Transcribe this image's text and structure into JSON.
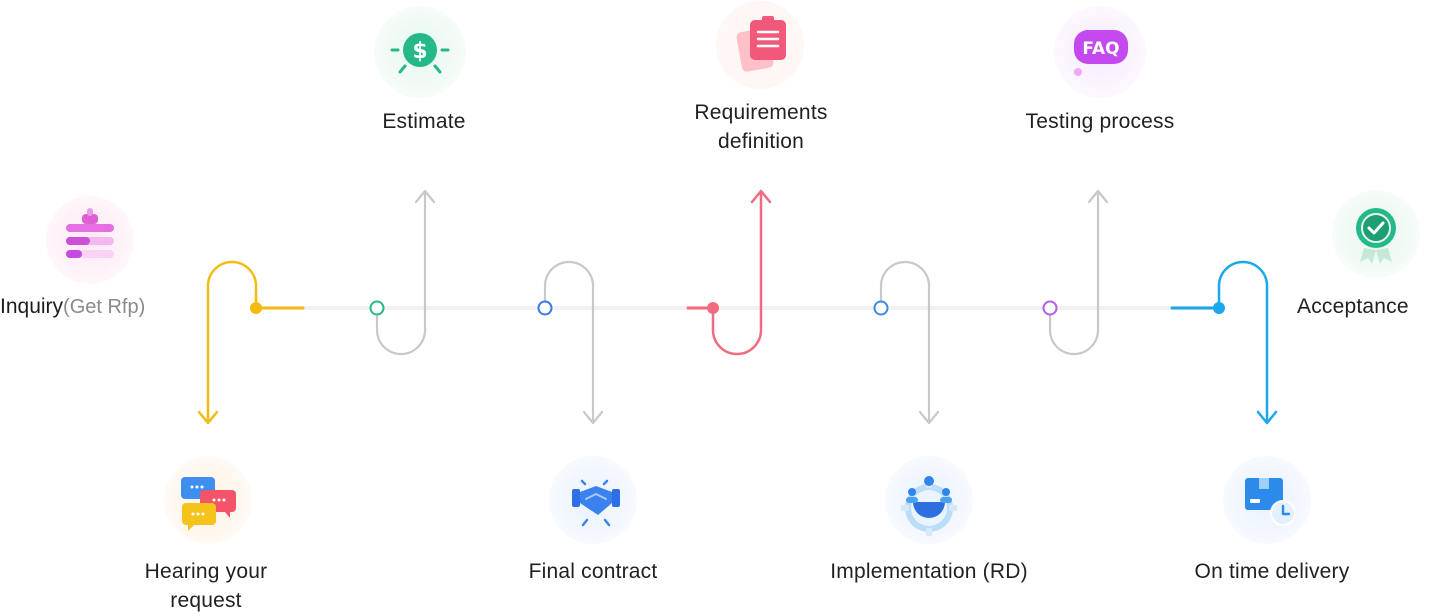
{
  "start": {
    "title": "Inquiry",
    "subtitle": "(Get Rfp)",
    "color": "#f4bb12",
    "icon": "funnel-bars-icon"
  },
  "steps": [
    {
      "label": "Hearing your request",
      "icon": "chat-bubbles-icon",
      "position": "bottom",
      "color": "#bdbdbd"
    },
    {
      "label": "Estimate",
      "icon": "dollar-coin-icon",
      "position": "top",
      "color": "#25b98a"
    },
    {
      "label": "Final contract",
      "icon": "handshake-icon",
      "position": "bottom",
      "color": "#3a78e8"
    },
    {
      "label": "Requirements definition",
      "icon": "clipboard-icon",
      "position": "top",
      "color": "#f06b80"
    },
    {
      "label": "Implementation (RD)",
      "icon": "gear-team-icon",
      "position": "bottom",
      "color": "#3a8ae8"
    },
    {
      "label": "Testing process",
      "icon": "faq-bubble-icon",
      "position": "top",
      "color": "#b05cf0"
    },
    {
      "label": "On time delivery",
      "icon": "package-clock-icon",
      "position": "bottom",
      "color": "#1aa7ec"
    }
  ],
  "end": {
    "title": "Acceptance",
    "icon": "badge-check-icon",
    "color": "#25b98a"
  },
  "colors": {
    "line": "#f2f2f2",
    "inactive": "#c8c8c8",
    "yellow": "#f4bb12",
    "pink": "#f06b80",
    "blue": "#1aa7ec"
  }
}
